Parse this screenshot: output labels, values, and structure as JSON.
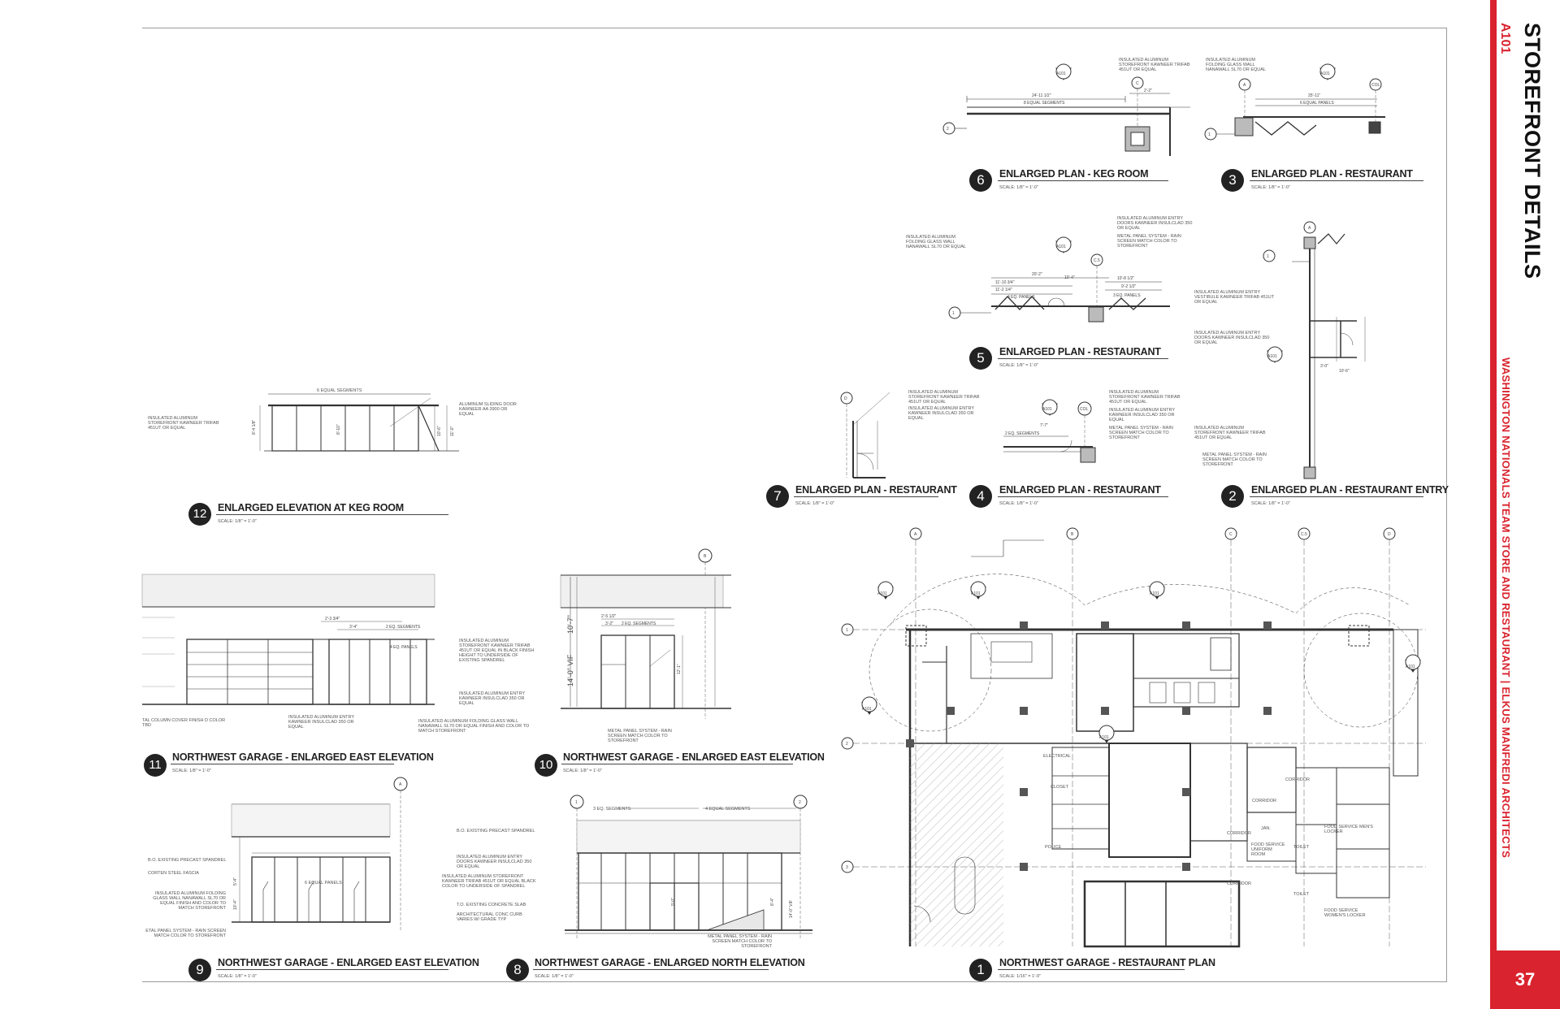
{
  "sheet": {
    "title": "STOREFRONT DETAILS",
    "number": "A101",
    "project": "WASHINGTON NATIONALS TEAM STORE AND RESTAURANT | ELKUS MANFREDI ARCHITECTS",
    "page": "37"
  },
  "details": [
    {
      "num": "6",
      "title": "ENLARGED PLAN - KEG ROOM",
      "scale": "SCALE: 1/8\" = 1'-0\""
    },
    {
      "num": "3",
      "title": "ENLARGED PLAN - RESTAURANT",
      "scale": "SCALE: 1/8\" = 1'-0\""
    },
    {
      "num": "5",
      "title": "ENLARGED PLAN - RESTAURANT",
      "scale": "SCALE: 1/8\" = 1'-0\""
    },
    {
      "num": "7",
      "title": "ENLARGED PLAN - RESTAURANT",
      "scale": "SCALE: 1/8\" = 1'-0\""
    },
    {
      "num": "4",
      "title": "ENLARGED PLAN - RESTAURANT",
      "scale": "SCALE: 1/8\" = 1'-0\""
    },
    {
      "num": "2",
      "title": "ENLARGED PLAN - RESTAURANT ENTRY",
      "scale": "SCALE: 1/8\" = 1'-0\""
    },
    {
      "num": "12",
      "title": "ENLARGED ELEVATION AT KEG ROOM",
      "scale": "SCALE: 1/8\" = 1'-0\""
    },
    {
      "num": "11",
      "title": "NORTHWEST GARAGE - ENLARGED EAST ELEVATION",
      "scale": "SCALE: 1/8\" = 1'-0\""
    },
    {
      "num": "10",
      "title": "NORTHWEST GARAGE - ENLARGED EAST ELEVATION",
      "scale": "SCALE: 1/8\" = 1'-0\""
    },
    {
      "num": "9",
      "title": "NORTHWEST GARAGE - ENLARGED EAST ELEVATION",
      "scale": "SCALE: 1/8\" = 1'-0\""
    },
    {
      "num": "8",
      "title": "NORTHWEST GARAGE - ENLARGED NORTH ELEVATION",
      "scale": "SCALE: 1/8\" = 1'-0\""
    },
    {
      "num": "1",
      "title": "NORTHWEST GARAGE - RESTAURANT PLAN",
      "scale": "SCALE: 1/16\" = 1'-0\""
    }
  ],
  "notes": {
    "n6a": "INSULATED ALUMINUM STOREFRONT KAWNEER TRIFAB 451UT OR EQUAL",
    "n3a": "INSULATED ALUMINUM FOLDING GLASS WALL NANAWALL SL70 OR EQUAL",
    "n5a": "INSULATED ALUMINUM ENTRY DOORS KAWNEER INSULCLAD 350 OR EQUAL",
    "n5b": "METAL PANEL SYSTEM - RAIN SCREEN MATCH COLOR TO STOREFRONT",
    "n5c": "INSULATED ALUMINUM FOLDING GLASS WALL NANAWALL SL70 OR EQUAL",
    "n2a": "INSULATED ALUMINUM ENTRY VESTIBULE KAWNEER TRIFAB 451UT OR EQUAL",
    "n2b": "INSULATED ALUMINUM ENTRY DOORS KAWNEER INSULCLAD 350 OR EQUAL",
    "n2c": "INSULATED ALUMINUM STOREFRONT KAWNEER TRIFAB 451UT OR EQUAL",
    "n2d": "METAL PANEL SYSTEM - RAIN SCREEN MATCH COLOR TO STOREFRONT",
    "n7a": "INSULATED ALUMINUM STOREFRONT KAWNEER TRIFAB 451UT OR EQUAL",
    "n7b": "INSULATED ALUMINUM ENTRY KAWNEER INSULCLAD 350 OR EQUAL",
    "n4a": "INSULATED ALUMINUM STOREFRONT KAWNEER TRIFAB 451UT OR EQUAL",
    "n4b": "INSULATED ALUMINUM ENTRY KAWNEER INSULCLAD 350 OR EQUAL",
    "n4c": "METAL PANEL SYSTEM - RAIN SCREEN MATCH COLOR TO STOREFRONT",
    "n12a": "INSULATED ALUMINUM STOREFRONT KAWNEER TRIFAB 451UT OR EQUAL",
    "n12b": "ALUMINUM SLIDING DOOR KAWNEER AA 3900 OR EQUAL",
    "n12c": "6 EQUAL SEGMENTS",
    "n11a": "TAL COLUMN COVER FINISH D COLOR TBD",
    "n11b": "INSULATED ALUMINUM ENTRY KAWNEER INSULCLAD 350 OR EQUAL",
    "n11c": "INSULATED ALUMINUM FOLDING GLASS WALL NANAWALL SL70 OR EQUAL FINISH AND COLOR TO MATCH STOREFRONT",
    "n10a": "INSULATED ALUMINUM STOREFRONT KAWNEER TRIFAB 451UT OR EQUAL IN BLACK FINISH HEIGHT TO UNDERSIDE OF EXISTING SPANDREL",
    "n10b": "INSULATED ALUMINUM ENTRY KAWNEER INSULCLAD 350 OR EQUAL",
    "n10c": "METAL PANEL SYSTEM - RAIN SCREEN MATCH COLOR TO STOREFRONT",
    "n9a": "B.O. EXISTING PRECAST SPANDREL",
    "n9b": "CORTEN STEEL FASCIA",
    "n9c": "INSULATED ALUMINUM FOLDING GLASS WALL NANAWALL SL70 OR EQUAL FINISH AND COLOR TO MATCH STOREFRONT",
    "n9d": "ETAL PANEL SYSTEM - RAIN SCREEN MATCH COLOR TO STOREFRONT",
    "n9e": "6 EQUAL PANELS",
    "n8a": "B.O. EXISTING PRECAST SPANDREL",
    "n8b": "INSULATED ALUMINUM ENTRY DOORS KAWNEER INSULCLAD 350 OR EQUAL",
    "n8c": "INSULATED ALUMINUM STOREFRONT KAWNEER TRIFAB 451UT OR EQUAL BLACK COLOR TO UNDERSIDE OF SPANDREL",
    "n8d": "T.O. EXISTING CONCRETE SLAB",
    "n8e": "ARCHITECTURAL CONC CURB VARIES W/ GRADE TYP",
    "n8f": "METAL PANEL SYSTEM - RAIN SCREEN MATCH COLOR TO STOREFRONT",
    "n8g": "3 EQ. SEGMENTS",
    "n8h": "4 EQUAL SEGMENTS"
  },
  "rooms": {
    "electrical": "ELECTRICAL",
    "closet": "CLOSET",
    "police": "POLICE",
    "corridor1": "CORRIDOR",
    "corridor2": "CORRIDOR",
    "corridor3": "CORRIDOR",
    "corridor4": "CORRIDOR",
    "jan": "JAN.",
    "uniform": "FOOD SERVICE UNIFORM ROOM",
    "mens": "FOOD SERVICE MEN'S LOCKER",
    "womens": "FOOD SERVICE WOMEN'S LOCKER",
    "toilet1": "TOILET",
    "toilet2": "TOILET"
  }
}
